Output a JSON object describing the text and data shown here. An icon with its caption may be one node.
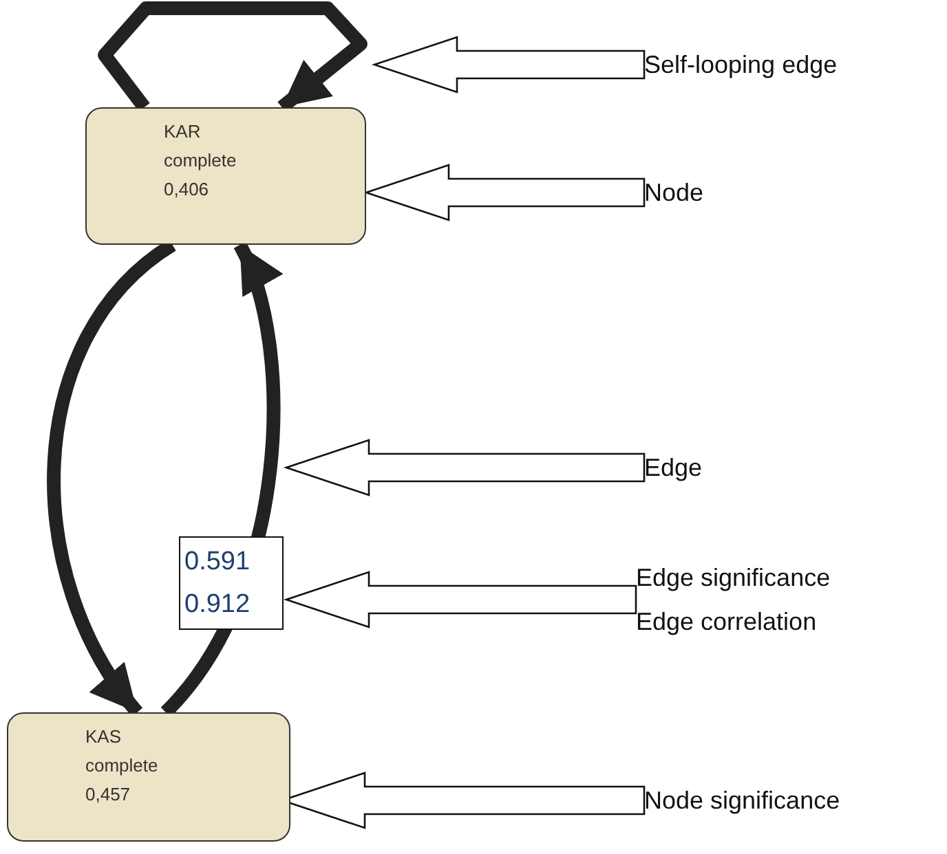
{
  "diagram": {
    "nodes": [
      {
        "text": [
          "KAR",
          "complete",
          "0,406"
        ]
      },
      {
        "text": [
          "KAS",
          "complete",
          "0,457"
        ]
      },
      {
        "text": [
          "Self-looping edge"
        ]
      },
      {
        "text": [
          "Node"
        ]
      },
      {
        "text": [
          "Edge"
        ]
      },
      {
        "text": [
          "Edge significance",
          "Edge correlation"
        ]
      },
      {
        "text": [
          "Node significance"
        ]
      }
    ],
    "edges": [
      {
        "from": 0,
        "to": 0,
        "arrow": "to"
      },
      {
        "from": 0,
        "to": 1,
        "arrow": "to"
      },
      {
        "from": 1,
        "to": 0,
        "arrow": "to",
        "label": "0.591 0.912"
      },
      {
        "from": 2,
        "to": null,
        "arrow": "to"
      },
      {
        "from": 3,
        "to": 0,
        "arrow": "to"
      },
      {
        "from": 4,
        "to": null,
        "arrow": "to"
      },
      {
        "from": 5,
        "to": null,
        "arrow": "to"
      },
      {
        "from": 6,
        "to": null,
        "arrow": "to"
      }
    ]
  }
}
